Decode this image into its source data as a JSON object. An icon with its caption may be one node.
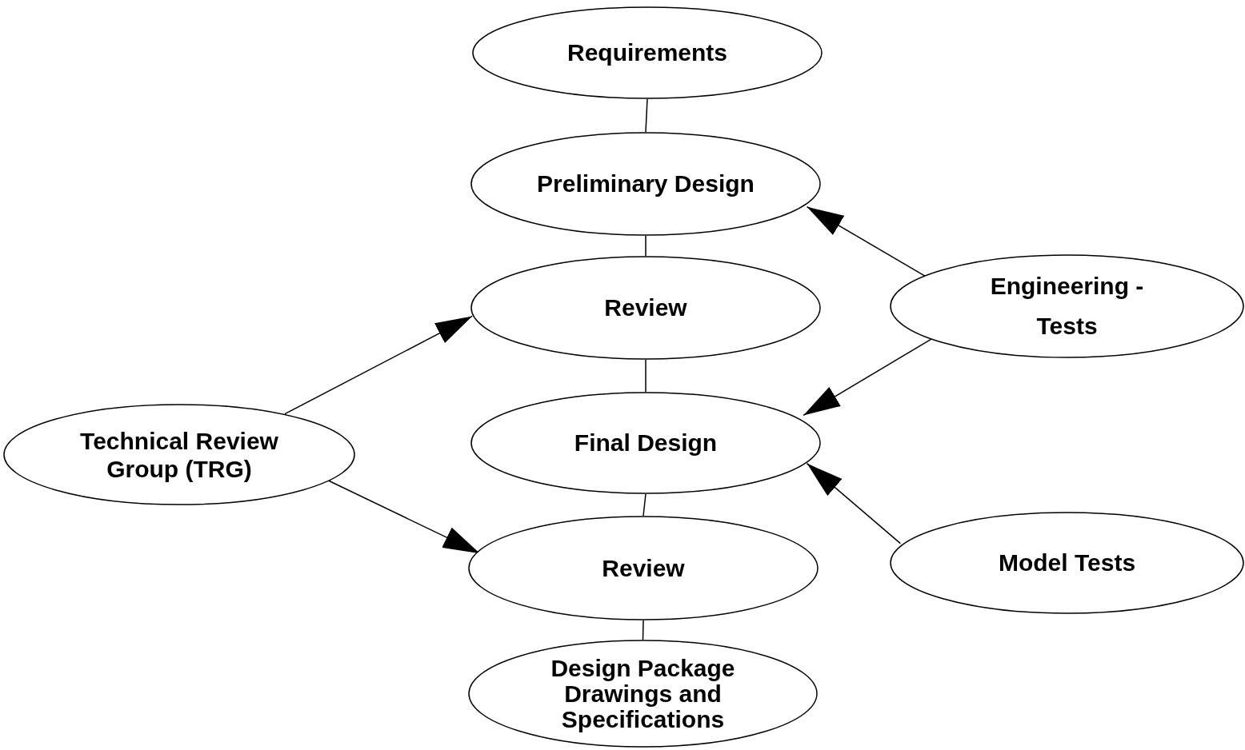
{
  "diagram": {
    "nodes": [
      {
        "text": [
          "Requirements"
        ]
      },
      {
        "text": [
          "Preliminary Design"
        ]
      },
      {
        "text": [
          "Review"
        ]
      },
      {
        "text": [
          "Technical Review Group (TRG)"
        ]
      },
      {
        "text": [
          "Final Design"
        ]
      },
      {
        "text": [
          "Engineering - Tests"
        ]
      },
      {
        "text": [
          "Review"
        ]
      },
      {
        "text": [
          "Model Tests"
        ]
      },
      {
        "text": [
          "Design Package Drawings and Specifications"
        ]
      }
    ],
    "edges": [
      {
        "from": 0,
        "to": 1,
        "arrow": "none"
      },
      {
        "from": 1,
        "to": 2,
        "arrow": "none"
      },
      {
        "from": 2,
        "to": 4,
        "arrow": "none"
      },
      {
        "from": 4,
        "to": 6,
        "arrow": "none"
      },
      {
        "from": 6,
        "to": 8,
        "arrow": "none"
      },
      {
        "from": 5,
        "to": 1,
        "arrow": "to"
      },
      {
        "from": 5,
        "to": 4,
        "arrow": "to"
      },
      {
        "from": 7,
        "to": 4,
        "arrow": "to"
      },
      {
        "from": 3,
        "to": 2,
        "arrow": "to"
      },
      {
        "from": 3,
        "to": 6,
        "arrow": "to"
      }
    ]
  }
}
